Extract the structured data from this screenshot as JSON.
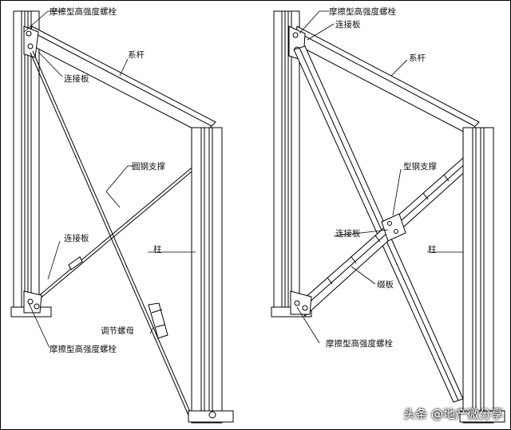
{
  "left_diagram": {
    "labels": {
      "bolt_top": "摩擦型高强度螺栓",
      "tie_rod": "系杆",
      "gusset_top": "连接板",
      "round_steel_brace": "圆钢支撑",
      "gusset_bottom": "连接板",
      "column": "柱",
      "turnbuckle": "调节螺母",
      "bolt_bottom": "摩擦型高强度螺栓"
    }
  },
  "right_diagram": {
    "labels": {
      "bolt_top": "摩擦型高强度螺栓",
      "gusset_top": "连接板",
      "tie_rod": "系杆",
      "section_steel_brace": "型钢支撑",
      "gusset_mid": "连接板",
      "column": "柱",
      "batten_plate": "缀板",
      "bolt_bottom": "摩擦型高强度螺栓"
    }
  },
  "watermark": "头条 @地产微分享"
}
